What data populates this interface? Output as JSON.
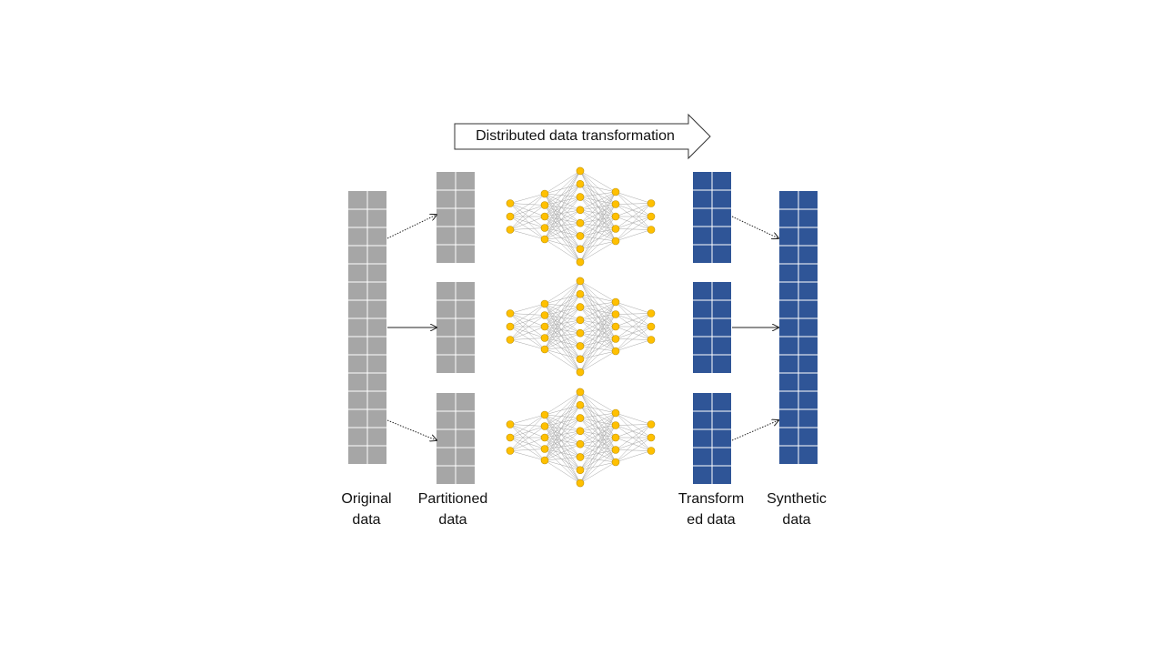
{
  "banner": {
    "text": "Distributed data transformation"
  },
  "labels": {
    "original": "Original\ndata",
    "partitioned": "Partitioned\ndata",
    "transformed": "Transform\ned data",
    "synthetic": "Synthetic\ndata"
  },
  "colors": {
    "gray_block": "#a6a6a6",
    "blue_block": "#2f5597",
    "node": "#ffc000",
    "node_stroke": "#bf9000",
    "edge": "#a6a6a6",
    "arrow": "#222222"
  },
  "network": {
    "layer_sizes": [
      3,
      5,
      8,
      5,
      3
    ]
  }
}
